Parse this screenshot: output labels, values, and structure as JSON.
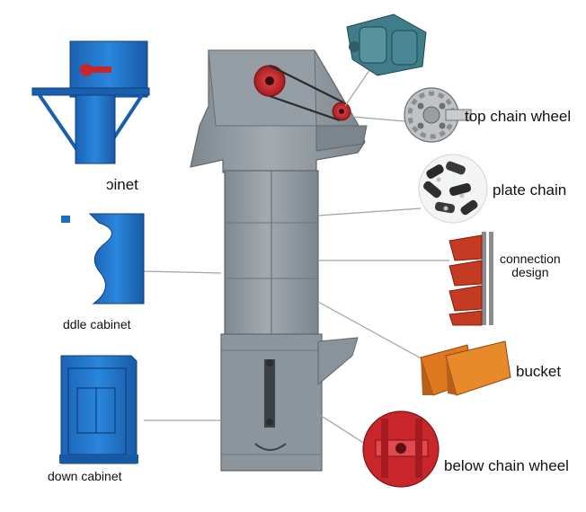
{
  "labels": {
    "upper_cabinet": "ɔinet",
    "middle_cabinet": "ddle cabinet",
    "down_cabinet": "down cabinet",
    "top_chain_wheel": "top chain wheel",
    "plate_chain": "plate chain",
    "connection_design_line1": "connection",
    "connection_design_line2": "design",
    "bucket": "bucket",
    "below_chain_wheel": "below chain wheel"
  },
  "colors": {
    "elevator_body": "#8e979e",
    "cabinet_blue": "#1e6fc4",
    "drive_red": "#c8262b",
    "bucket_orange": "#e0781f",
    "gearbox_teal": "#3f7d8a",
    "leader_line": "#9aa7a2"
  },
  "icons": [
    "gearbox-icon",
    "sprocket-wheel-icon",
    "plate-chain-icon",
    "bucket-chain-segment-icon",
    "bucket-icon",
    "lower-chain-wheel-icon"
  ]
}
